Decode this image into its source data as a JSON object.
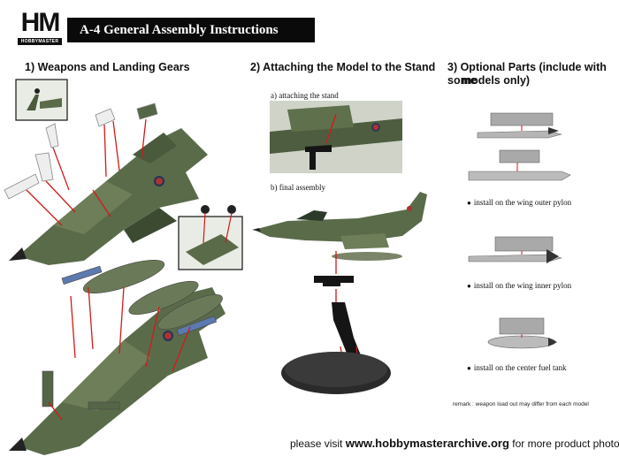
{
  "header": {
    "logo_text": "HM",
    "logo_sub": "HOBBYMASTER",
    "title": "A-4 General Assembly Instructions"
  },
  "sections": {
    "s1": {
      "heading": "1) Weapons and Landing Gears"
    },
    "s2": {
      "heading": "2) Attaching the Model to the Stand",
      "step_a": "a) attaching the stand",
      "step_b": "b) final assembly"
    },
    "s3": {
      "heading_line1": "3)  Optional Parts (include with some",
      "heading_line2": "models only)",
      "items": [
        "install on the wing outer pylon",
        "install on the wing inner pylon",
        "install on the center fuel tank"
      ],
      "remark": "remark : weapon load out may differ from each model"
    }
  },
  "footer": {
    "prefix": "please visit",
    "url": "www.hobbymasterarchive.org",
    "suffix": "for more product photos"
  },
  "colors": {
    "camo_green": "#5a6b4a",
    "camo_dark": "#3c4a32",
    "arrow_red": "#d11a1a",
    "part_gray": "#a9a9a9",
    "stand_black": "#1a1a1a"
  }
}
